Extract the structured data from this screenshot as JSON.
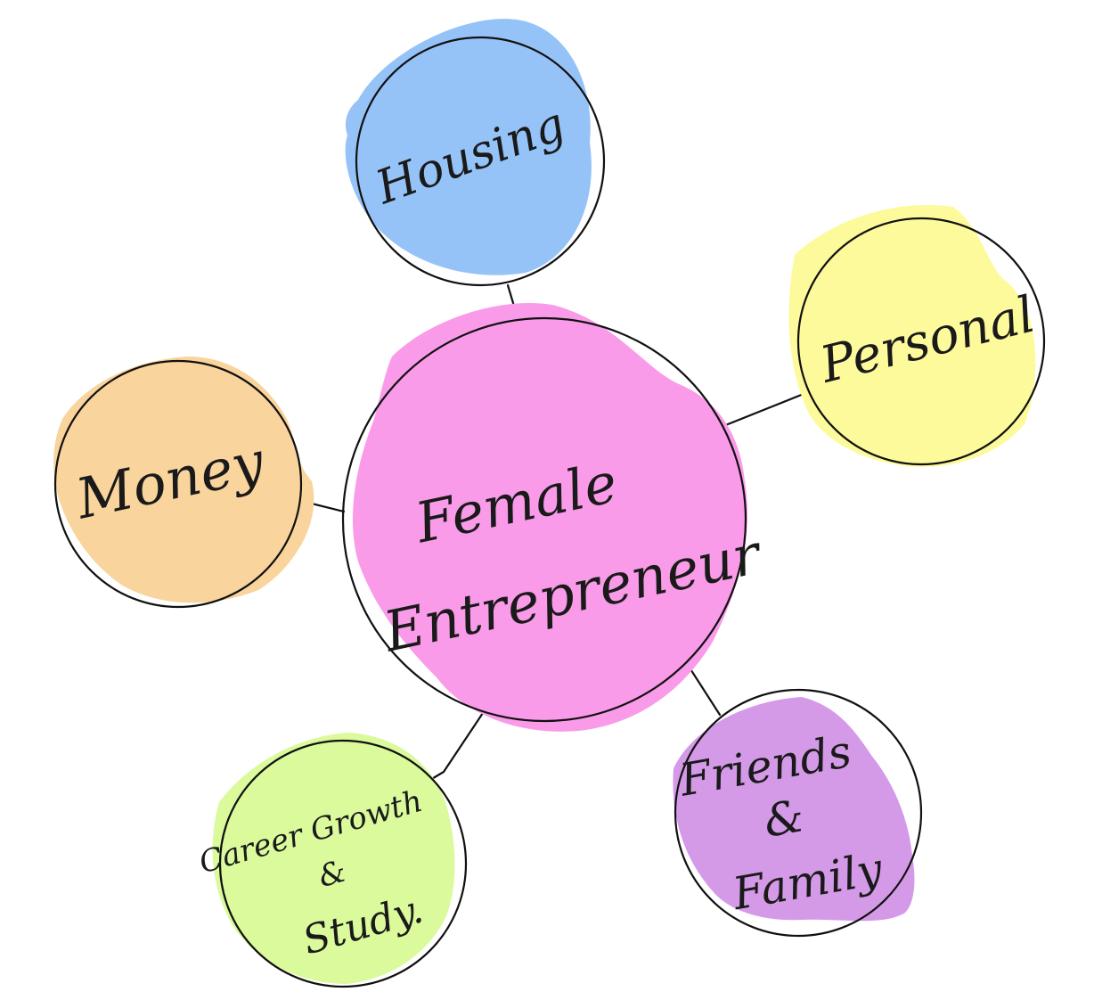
{
  "diagram": {
    "center": {
      "lines": [
        "Female",
        "Entrepreneur"
      ],
      "fill": "#f99be9"
    },
    "nodes": [
      {
        "id": "housing",
        "lines": [
          "Housing"
        ],
        "fill": "#95c3f8"
      },
      {
        "id": "personal",
        "lines": [
          "Personal"
        ],
        "fill": "#fdfa9c"
      },
      {
        "id": "money",
        "lines": [
          "Money"
        ],
        "fill": "#f9d49c"
      },
      {
        "id": "career",
        "lines": [
          "Career Growth",
          "&",
          "Study."
        ],
        "fill": "#dafa9c"
      },
      {
        "id": "friends",
        "lines": [
          "Friends",
          "&",
          "Family"
        ],
        "fill": "#d49ae8"
      }
    ],
    "edge_color": "#111111"
  }
}
